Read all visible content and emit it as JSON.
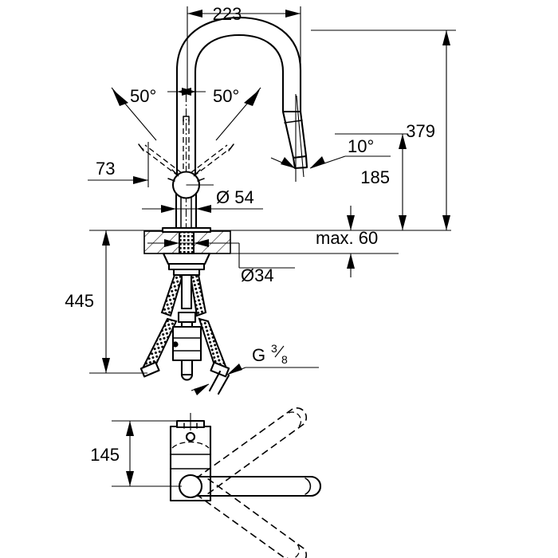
{
  "drawing": {
    "title": "Kitchen mixer tap technical dimension drawing",
    "units": "mm",
    "views": [
      {
        "name": "front-elevation",
        "label": ""
      },
      {
        "name": "plan-view",
        "label": ""
      }
    ]
  },
  "dimensions": {
    "spout_reach": "223",
    "total_height": "379",
    "spout_height": "185",
    "swivel_left": "50°",
    "swivel_right": "50°",
    "spray_angle": "10°",
    "lever_clearance": "73",
    "body_diameter": "Ø 54",
    "mounting_hole": "Ø34",
    "countertop_thickness": "max. 60",
    "hose_length": "445",
    "thread_size_letter": "G",
    "thread_numerator": "3",
    "thread_denominator": "8",
    "plan_height": "145"
  },
  "colors": {
    "line": "#000000",
    "background": "#ffffff",
    "dimension": "#000000"
  }
}
